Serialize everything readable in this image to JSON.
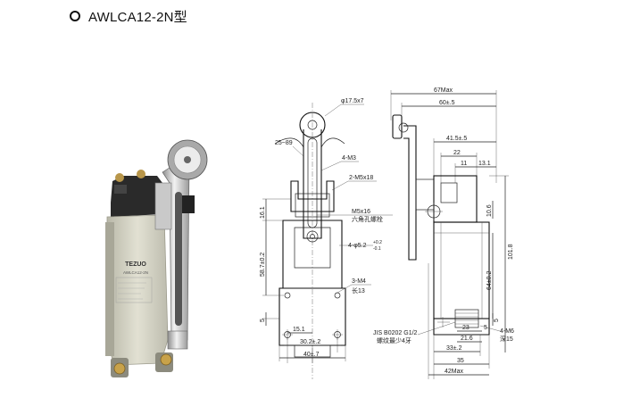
{
  "title": "AWLCA12-2N型",
  "photo": {
    "brand": "TEZUO",
    "model": "AWLCA12-2N"
  },
  "front_view": {
    "roller_dia": "φ17.5x7",
    "angle": "25~89",
    "m3": "4-M3",
    "m5x18": "2-M5x18",
    "hex_bolt_1": "M5x16",
    "hex_bolt_2": "六角孔螺栓",
    "holes": "4-φ5.2",
    "holes_tol_top": "+0.2",
    "holes_tol_bot": "-0.1",
    "m4": "3-M4",
    "m4_len": "长13",
    "d_16_1": "16.1",
    "d_58_7": "58.7±0.2",
    "d_5": "5",
    "d_15_1": "15.1",
    "d_30_2": "30.2±.2",
    "d_40": "40±.7"
  },
  "side_view": {
    "d_67max": "67Max",
    "d_60": "60±.5",
    "d_41_5": "41.5±.5",
    "d_22": "22",
    "d_11": "11",
    "d_13_1": "13.1",
    "d_10_6": "10.6",
    "d_101_8": "101.8",
    "d_64": "64±0.2",
    "d_5": "5",
    "d_23": "23",
    "d_5b": "5",
    "d_21_6": "21.6",
    "d_33": "33±.2",
    "d_35": "35",
    "d_42max": "42Max",
    "m6": "4-M6",
    "m6_depth": "深15",
    "jis": "JIS B0202 G1/2",
    "jis_note": "螺纹最少4牙"
  }
}
